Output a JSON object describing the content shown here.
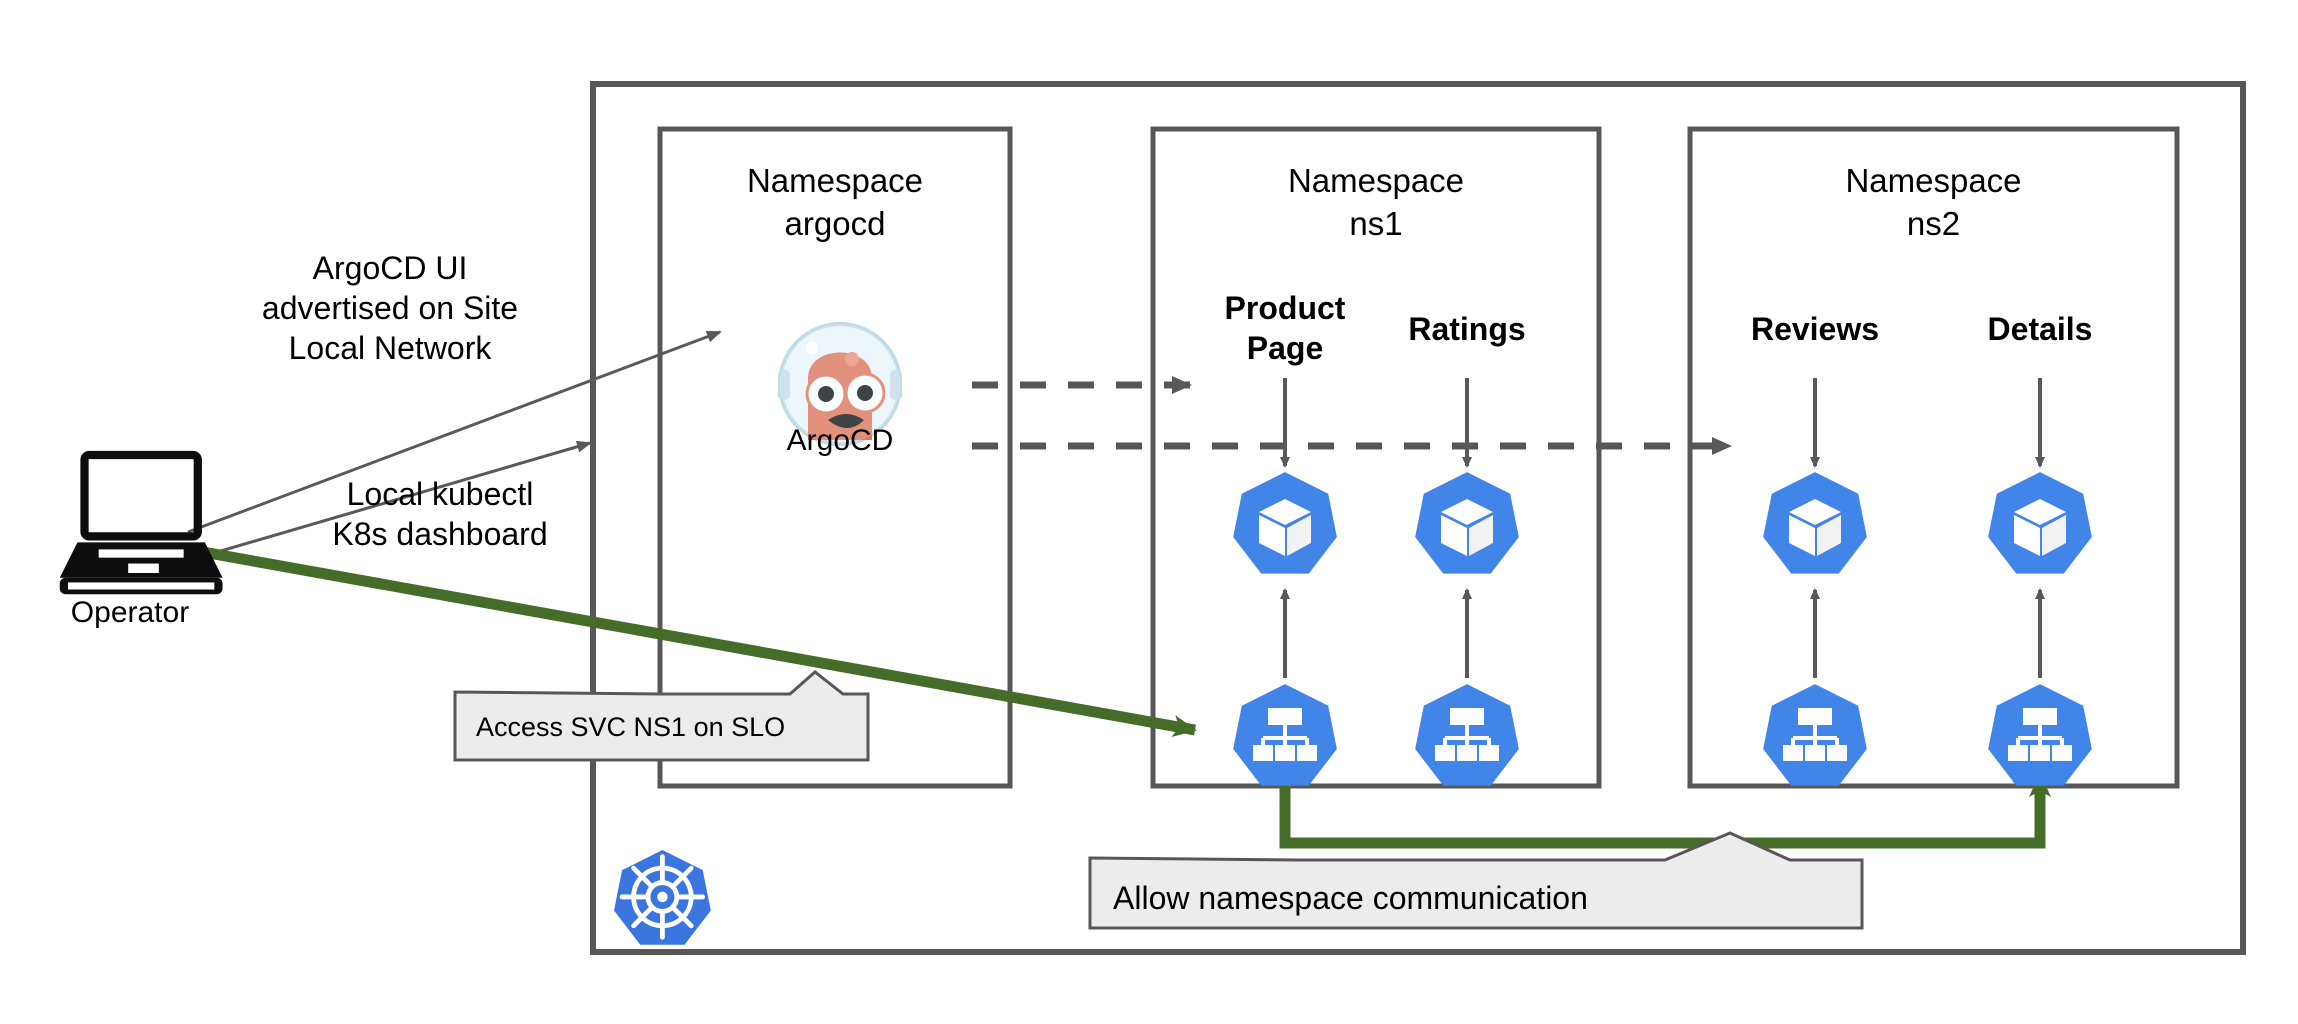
{
  "diagram": {
    "title": "Kubernetes multi-namespace ArgoCD topology",
    "colors": {
      "k8s_blue": "#4285e8",
      "green_path": "#456c28",
      "box_stroke": "#575757",
      "arrow_gray": "#595959",
      "callout_fill": "#ececec",
      "argocd_skin": "#e1755a",
      "argocd_helmet": "#dff0f7"
    }
  },
  "actor": {
    "icon": "laptop-icon",
    "label": "Operator"
  },
  "annotations": {
    "argocd_ui": "ArgoCD UI\nadvertised on Site\nLocal Network",
    "kubectl": "Local kubectl\nK8s dashboard"
  },
  "callouts": [
    {
      "id": "access-svc",
      "text": "Access SVC NS1 on SLO"
    },
    {
      "id": "allow-ns-comm",
      "text": "Allow namespace communication"
    }
  ],
  "cluster": {
    "logo": "kubernetes-helm-icon",
    "namespaces": [
      {
        "id": "argocd",
        "title_line1": "Namespace",
        "title_line2": "argocd",
        "apps": [
          {
            "id": "argocd-app",
            "label": "ArgoCD",
            "icon": "argocd-astronaut-icon"
          }
        ]
      },
      {
        "id": "ns1",
        "title_line1": "Namespace",
        "title_line2": "ns1",
        "apps": [
          {
            "id": "productpage",
            "label": "Product\nPage",
            "pod_icon": "k8s-pod-icon",
            "svc_icon": "k8s-service-icon"
          },
          {
            "id": "ratings",
            "label": "Ratings",
            "pod_icon": "k8s-pod-icon",
            "svc_icon": "k8s-service-icon"
          }
        ]
      },
      {
        "id": "ns2",
        "title_line1": "Namespace",
        "title_line2": "ns2",
        "apps": [
          {
            "id": "reviews",
            "label": "Reviews",
            "pod_icon": "k8s-pod-icon",
            "svc_icon": "k8s-service-icon"
          },
          {
            "id": "details",
            "label": "Details",
            "pod_icon": "k8s-pod-icon",
            "svc_icon": "k8s-service-icon"
          }
        ]
      }
    ]
  }
}
